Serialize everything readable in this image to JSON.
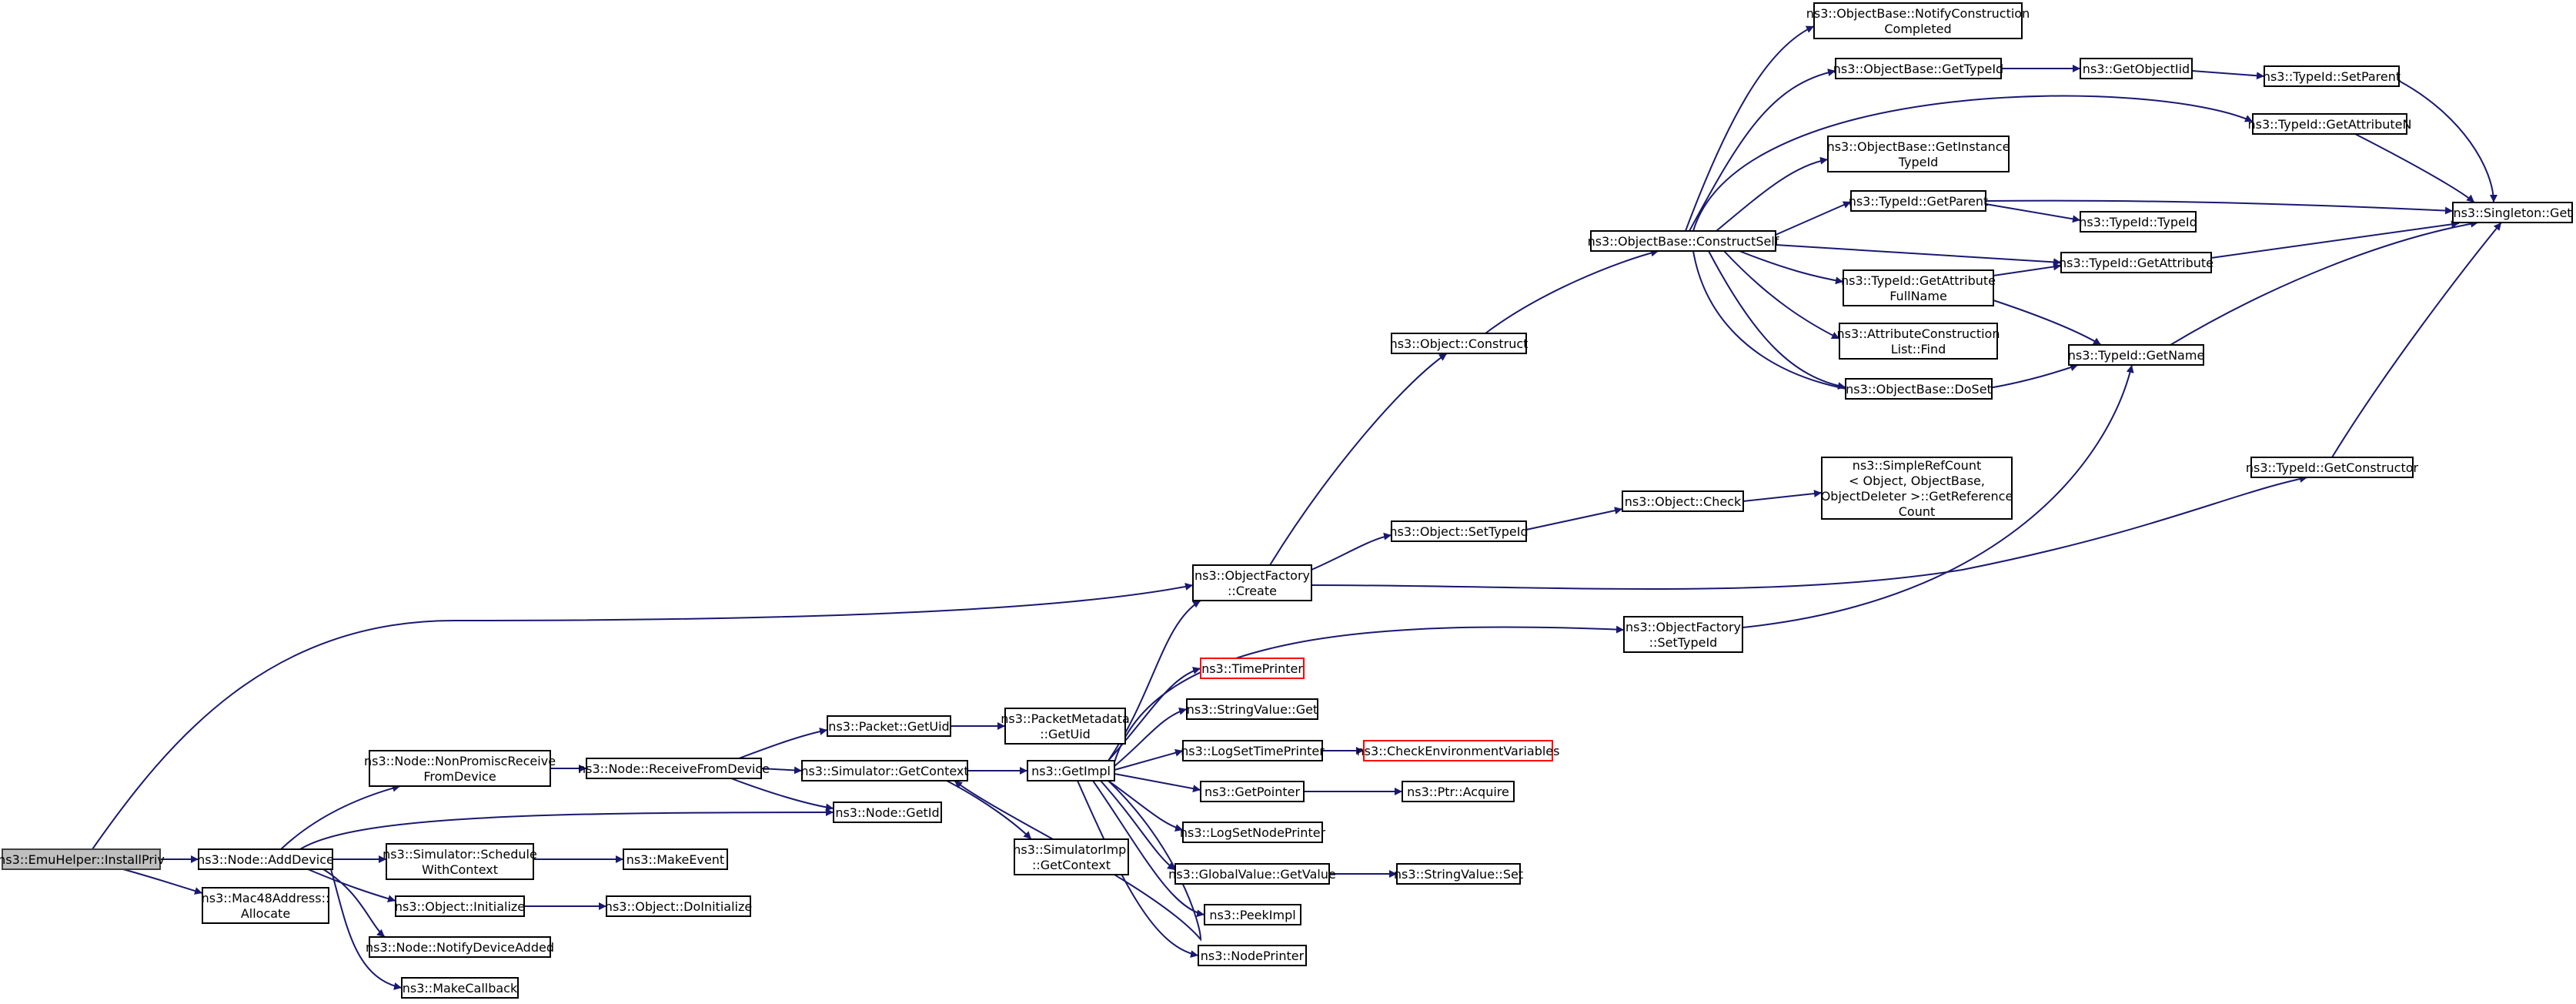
{
  "colors": {
    "edge": "#191970",
    "node_border": "#000000",
    "missing_node_border": "#ff0000",
    "root_fill": "#bfbfbf",
    "background": "#ffffff"
  },
  "nodes": {
    "installpriv": {
      "lines": [
        "ns3::EmuHelper::InstallPriv"
      ]
    },
    "adddevice": {
      "lines": [
        "ns3::Node::AddDevice"
      ]
    },
    "allocate": {
      "lines": [
        "ns3::Mac48Address::",
        "Allocate"
      ]
    },
    "nonpromisc": {
      "lines": [
        "ns3::Node::NonPromiscReceive",
        "FromDevice"
      ]
    },
    "schedulewithctx": {
      "lines": [
        "ns3::Simulator::Schedule",
        "WithContext"
      ]
    },
    "objinit": {
      "lines": [
        "ns3::Object::Initialize"
      ]
    },
    "notifydevadded": {
      "lines": [
        "ns3::Node::NotifyDeviceAdded"
      ]
    },
    "makecallback": {
      "lines": [
        "ns3::MakeCallback"
      ]
    },
    "receivefromdevice": {
      "lines": [
        "ns3::Node::ReceiveFromDevice"
      ]
    },
    "makeevent": {
      "lines": [
        "ns3::MakeEvent"
      ]
    },
    "doinitialize": {
      "lines": [
        "ns3::Object::DoInitialize"
      ]
    },
    "packetgetuid": {
      "lines": [
        "ns3::Packet::GetUid"
      ]
    },
    "simgetcontext": {
      "lines": [
        "ns3::Simulator::GetContext"
      ]
    },
    "nodegetid": {
      "lines": [
        "ns3::Node::GetId"
      ]
    },
    "pktmetagetuid": {
      "lines": [
        "ns3::PacketMetadata",
        "::GetUid"
      ]
    },
    "getimpl": {
      "lines": [
        "ns3::GetImpl"
      ]
    },
    "simimplgetctx": {
      "lines": [
        "ns3::SimulatorImpl",
        "::GetContext"
      ]
    },
    "objfactorycreate": {
      "lines": [
        "ns3::ObjectFactory",
        "::Create"
      ]
    },
    "timeprinter": {
      "lines": [
        "ns3::TimePrinter"
      ]
    },
    "stringvalueget": {
      "lines": [
        "ns3::StringValue::Get"
      ]
    },
    "logsettimeprinter": {
      "lines": [
        "ns3::LogSetTimePrinter"
      ]
    },
    "getpointer": {
      "lines": [
        "ns3::GetPointer"
      ]
    },
    "logsetnodeprinter": {
      "lines": [
        "ns3::LogSetNodePrinter"
      ]
    },
    "globalvalueget": {
      "lines": [
        "ns3::GlobalValue::GetValue"
      ]
    },
    "peekimpl": {
      "lines": [
        "ns3::PeekImpl"
      ]
    },
    "nodeprinter": {
      "lines": [
        "ns3::NodePrinter"
      ]
    },
    "checkenv": {
      "lines": [
        "ns3::CheckEnvironmentVariables"
      ]
    },
    "ptracquire": {
      "lines": [
        "ns3::Ptr::Acquire"
      ]
    },
    "stringvalueset": {
      "lines": [
        "ns3::StringValue::Set"
      ]
    },
    "objectconstruct": {
      "lines": [
        "ns3::Object::Construct"
      ]
    },
    "objectsettypeid": {
      "lines": [
        "ns3::Object::SetTypeId"
      ]
    },
    "objfactorysettypeid": {
      "lines": [
        "ns3::ObjectFactory",
        "::SetTypeId"
      ]
    },
    "constructself": {
      "lines": [
        "ns3::ObjectBase::ConstructSelf"
      ]
    },
    "objectcheck": {
      "lines": [
        "ns3::Object::Check"
      ]
    },
    "simplerefcount": {
      "lines": [
        "ns3::SimpleRefCount",
        "< Object, ObjectBase,",
        " ObjectDeleter >::GetReference",
        "Count"
      ]
    },
    "notifyconstruction": {
      "lines": [
        "ns3::ObjectBase::NotifyConstruction",
        "Completed"
      ]
    },
    "obgettypeid": {
      "lines": [
        "ns3::ObjectBase::GetTypeId"
      ]
    },
    "getinstancetypeid": {
      "lines": [
        "ns3::ObjectBase::GetInstance",
        "TypeId"
      ]
    },
    "typeidgetparent": {
      "lines": [
        "ns3::TypeId::GetParent"
      ]
    },
    "getattributefullname": {
      "lines": [
        "ns3::TypeId::GetAttribute",
        "FullName"
      ]
    },
    "attrconstructionfind": {
      "lines": [
        "ns3::AttributeConstruction",
        "List::Find"
      ]
    },
    "obdoset": {
      "lines": [
        "ns3::ObjectBase::DoSet"
      ]
    },
    "getobjectiid": {
      "lines": [
        "ns3::GetObjectIid"
      ]
    },
    "typeidtypeid": {
      "lines": [
        "ns3::TypeId::TypeId"
      ]
    },
    "typeidgetattribute": {
      "lines": [
        "ns3::TypeId::GetAttribute"
      ]
    },
    "typeidgetname": {
      "lines": [
        "ns3::TypeId::GetName"
      ]
    },
    "typeidsetparent": {
      "lines": [
        "ns3::TypeId::SetParent"
      ]
    },
    "typeidgetattributen": {
      "lines": [
        "ns3::TypeId::GetAttributeN"
      ]
    },
    "typeidgetconstructor": {
      "lines": [
        "ns3::TypeId::GetConstructor"
      ]
    },
    "singletonget": {
      "lines": [
        "ns3::Singleton::Get"
      ]
    }
  }
}
